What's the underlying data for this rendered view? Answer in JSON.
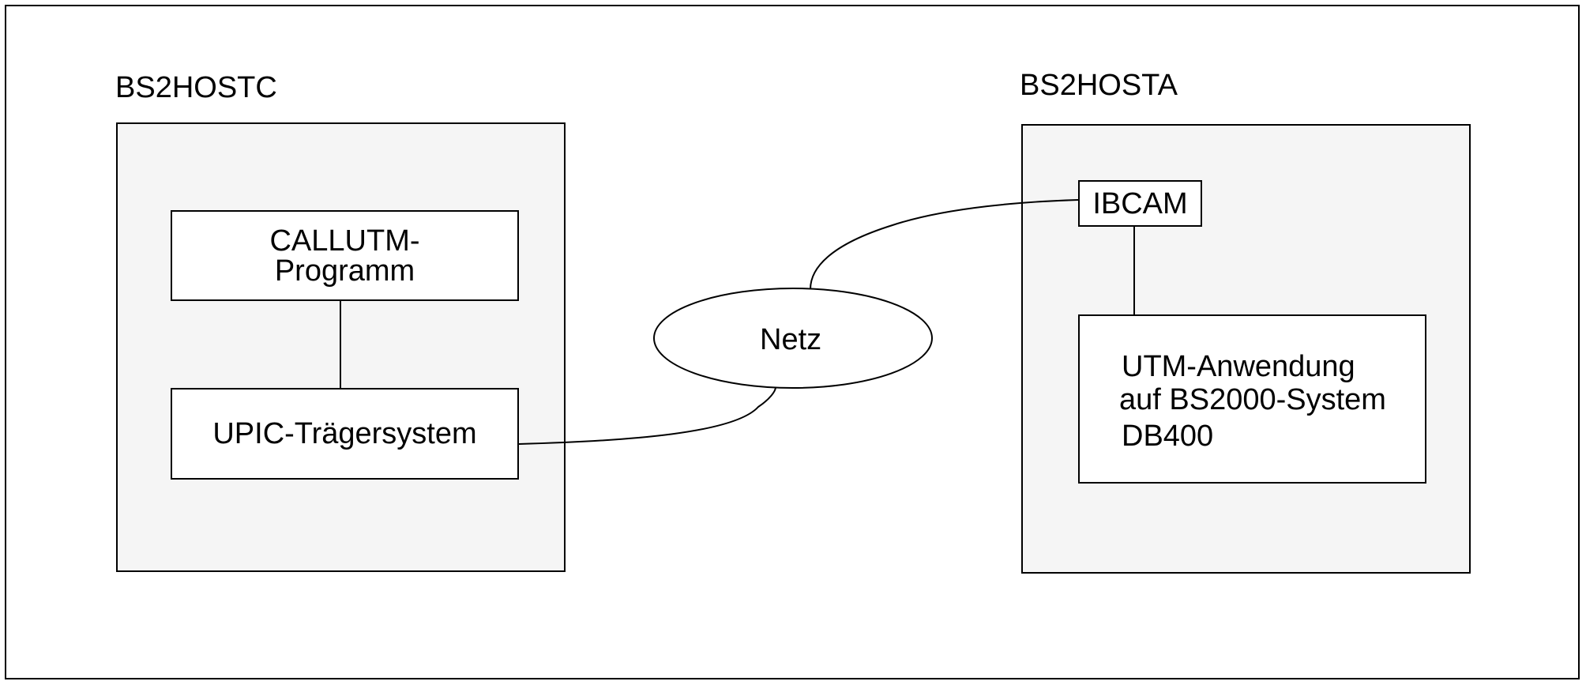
{
  "hosts": {
    "left": {
      "name": "BS2HOSTC",
      "program": {
        "line1": "CALLUTM-",
        "line2": "Programm"
      },
      "carrier": "UPIC-Trägersystem"
    },
    "right": {
      "name": "BS2HOSTA",
      "ibcam": "IBCAM",
      "application": {
        "line1": "UTM-Anwendung",
        "line2": "auf BS2000-System",
        "line3": "DB400"
      }
    }
  },
  "network": {
    "label": "Netz"
  }
}
